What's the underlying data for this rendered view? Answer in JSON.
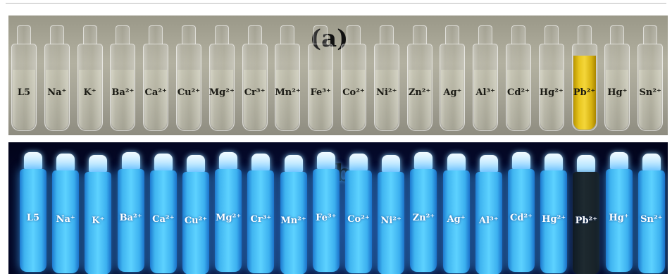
{
  "panel_a": {
    "label": "(a)",
    "vials": [
      {
        "ion": "L5",
        "solution_color": "colorless"
      },
      {
        "ion": "Na⁺",
        "solution_color": "colorless"
      },
      {
        "ion": "K⁺",
        "solution_color": "colorless"
      },
      {
        "ion": "Ba²⁺",
        "solution_color": "colorless"
      },
      {
        "ion": "Ca²⁺",
        "solution_color": "colorless"
      },
      {
        "ion": "Cu²⁺",
        "solution_color": "colorless"
      },
      {
        "ion": "Mg²⁺",
        "solution_color": "colorless"
      },
      {
        "ion": "Cr³⁺",
        "solution_color": "colorless"
      },
      {
        "ion": "Mn²⁺",
        "solution_color": "colorless"
      },
      {
        "ion": "Fe³⁺",
        "solution_color": "colorless"
      },
      {
        "ion": "Co²⁺",
        "solution_color": "colorless"
      },
      {
        "ion": "Ni²⁺",
        "solution_color": "colorless"
      },
      {
        "ion": "Zn²⁺",
        "solution_color": "colorless"
      },
      {
        "ion": "Ag⁺",
        "solution_color": "colorless"
      },
      {
        "ion": "Al³⁺",
        "solution_color": "colorless"
      },
      {
        "ion": "Cd²⁺",
        "solution_color": "colorless"
      },
      {
        "ion": "Hg²⁺",
        "solution_color": "colorless"
      },
      {
        "ion": "Pb²⁺",
        "solution_color": "#e2c11f"
      },
      {
        "ion": "Hg⁺",
        "solution_color": "colorless"
      },
      {
        "ion": "Sn²⁺",
        "solution_color": "colorless"
      }
    ]
  },
  "panel_b": {
    "label": "b",
    "vials": [
      {
        "ion": "L5",
        "fluorescence": "#4cc8ff"
      },
      {
        "ion": "Na⁺",
        "fluorescence": "#4cc8ff"
      },
      {
        "ion": "K⁺",
        "fluorescence": "#4cc8ff"
      },
      {
        "ion": "Ba²⁺",
        "fluorescence": "#4cc8ff"
      },
      {
        "ion": "Ca²⁺",
        "fluorescence": "#4cc8ff"
      },
      {
        "ion": "Cu²⁺",
        "fluorescence": "#4cc8ff"
      },
      {
        "ion": "Mg²⁺",
        "fluorescence": "#4cc8ff"
      },
      {
        "ion": "Cr³⁺",
        "fluorescence": "#4cc8ff"
      },
      {
        "ion": "Mn²⁺",
        "fluorescence": "#4cc8ff"
      },
      {
        "ion": "Fe³⁺",
        "fluorescence": "#4cc8ff"
      },
      {
        "ion": "Co²⁺",
        "fluorescence": "#4cc8ff"
      },
      {
        "ion": "Ni²⁺",
        "fluorescence": "#4cc8ff"
      },
      {
        "ion": "Zn²⁺",
        "fluorescence": "#4cc8ff"
      },
      {
        "ion": "Ag⁺",
        "fluorescence": "#4cc8ff"
      },
      {
        "ion": "Al³⁺",
        "fluorescence": "#4cc8ff"
      },
      {
        "ion": "Cd²⁺",
        "fluorescence": "#4cc8ff"
      },
      {
        "ion": "Hg²⁺",
        "fluorescence": "#4cc8ff"
      },
      {
        "ion": "Pb²⁺",
        "fluorescence": "#1a242a"
      },
      {
        "ion": "Hg⁺",
        "fluorescence": "#4cc8ff"
      },
      {
        "ion": "Sn²⁺",
        "fluorescence": "#4cc8ff"
      }
    ]
  }
}
